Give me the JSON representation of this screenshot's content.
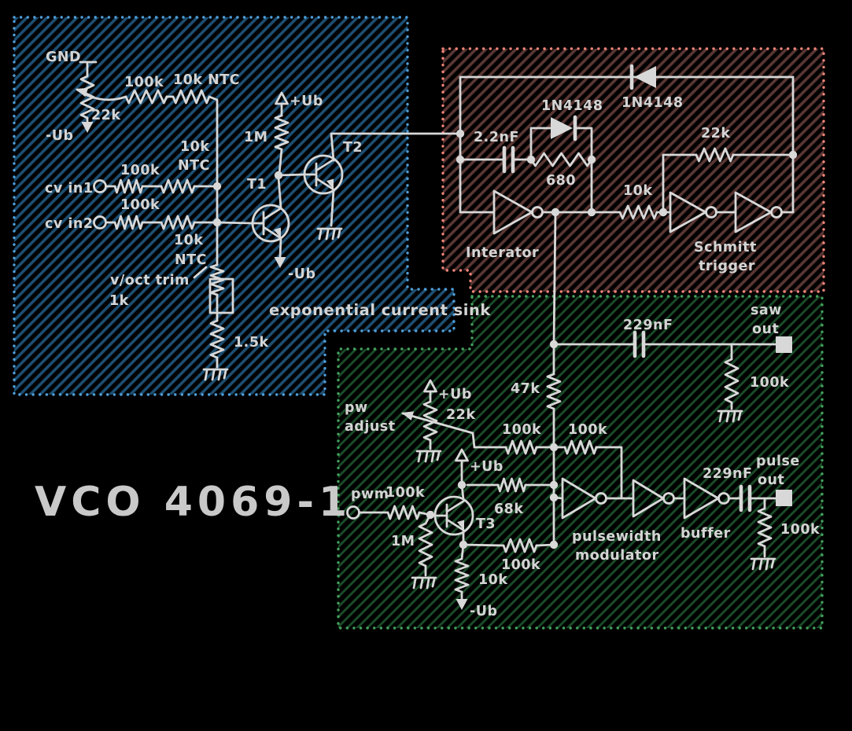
{
  "title": "VCO 4069-1",
  "colors": {
    "background": "#000000",
    "ink": "#d8d8d8",
    "blue_region_hatch": "#1d4f72",
    "blue_region_border": "#4f9ed8",
    "red_region_hatch": "#5a3734",
    "red_region_border": "#f08478",
    "green_region_hatch": "#1a4a28",
    "green_region_border": "#43a05c"
  },
  "regions": {
    "expo": {
      "name": "exponential current sink"
    },
    "integrator": {
      "name": "Interator"
    },
    "schmitt": {
      "line1": "Schmitt",
      "line2": "trigger"
    },
    "pwm_mod": {
      "line1": "pulsewidth",
      "line2": "modulator"
    },
    "buffer": {
      "name": "buffer"
    }
  },
  "power": {
    "gnd": "GND",
    "plus_ub": "+Ub",
    "minus_ub": "-Ub"
  },
  "terminals": {
    "cv_in1": "cv in1",
    "cv_in2": "cv in2",
    "pwm_in": "pwm",
    "saw_line1": "saw",
    "saw_line2": "out",
    "pulse_line1": "pulse",
    "pulse_line2": "out"
  },
  "labels": {
    "pot_22k": "22k",
    "r_100k_top": "100k",
    "r_10k_ntc_top": "10k NTC",
    "r_1m": "1M",
    "t1": "T1",
    "t2": "T2",
    "t3": "T3",
    "cv1_r100k": "100k",
    "cv1_r10k": "10k",
    "cv1_ntc": "NTC",
    "cv2_r100k": "100k",
    "cv2_r10k": "10k",
    "cv2_ntc": "NTC",
    "voct_trim": "v/oct trim",
    "voct_1k": "1k",
    "r_1k5": "1.5k",
    "c_2n2": "2.2nF",
    "d_small": "1N4148",
    "d_big": "1N4148",
    "r_680": "680",
    "r_22k_schmitt": "22k",
    "r_10k_schmitt": "10k",
    "c_saw": "229nF",
    "r_100k_saw": "100k",
    "r_47k": "47k",
    "pot_pw_22k": "22k",
    "pw_line1": "pw",
    "pw_line2": "adjust",
    "r_100k_pw_a": "100k",
    "r_100k_pw_b": "100k",
    "r_68k": "68k",
    "r_100k_pwm_in": "100k",
    "r_1m_pwm": "1M",
    "r_100k_emitter": "100k",
    "r_10k_emitter": "10k",
    "c_pulse": "229nF",
    "r_100k_pulse": "100k"
  }
}
